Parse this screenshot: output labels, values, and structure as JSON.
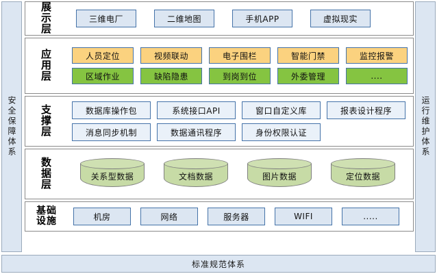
{
  "side_bands": {
    "left": {
      "label": "安全保障体系",
      "color": "#dce6f2"
    },
    "right": {
      "label": "运行维护体系",
      "color": "#dce6f2"
    }
  },
  "bottom_band": {
    "label": "标准规范体系",
    "color": "#dce6f2"
  },
  "colors": {
    "blue_fill": "#dce6f2",
    "blue_border": "#4472a8",
    "amber_fill": "#fbd27f",
    "green_fill": "#85c441",
    "pale_fill": "#eaf1f9",
    "cylinder_fill": "#c7dba6",
    "panel_border": "#8a8a8a"
  },
  "layers": [
    {
      "id": "presentation",
      "label": "展示层",
      "label_chars": [
        "展",
        "示",
        "层"
      ],
      "rows": [
        {
          "style": "blue",
          "items": [
            "三维电厂",
            "二维地图",
            "手机APP",
            "虚拟现实"
          ]
        }
      ]
    },
    {
      "id": "application",
      "label": "应用层",
      "label_chars": [
        "应",
        "用",
        "层"
      ],
      "rows": [
        {
          "style": "amber",
          "items": [
            "人员定位",
            "视频联动",
            "电子围栏",
            "智能门禁",
            "监控报警"
          ]
        },
        {
          "style": "green",
          "items": [
            "区域作业",
            "缺陷隐患",
            "到岗到位",
            "外委管理",
            "...."
          ]
        }
      ]
    },
    {
      "id": "support",
      "label": "支撑层",
      "label_chars": [
        "支",
        "撑",
        "层"
      ],
      "rows": [
        {
          "style": "pale",
          "items": [
            "数据库操作包",
            "系统接口API",
            "窗口自定义库",
            "报表设计程序"
          ]
        },
        {
          "style": "pale",
          "items": [
            "消息同步机制",
            "数据通讯程序",
            "身份权限认证"
          ]
        }
      ]
    },
    {
      "id": "data",
      "label": "数据层",
      "label_chars": [
        "数",
        "据",
        "层"
      ],
      "rows": [
        {
          "style": "cylinder",
          "items": [
            "关系型数据",
            "文档数据",
            "图片数据",
            "定位数据"
          ]
        }
      ]
    },
    {
      "id": "infrastructure",
      "label": "基础设施",
      "label_chars": [
        "基础",
        "设施"
      ],
      "rows": [
        {
          "style": "blue",
          "items": [
            "机房",
            "网络",
            "服务器",
            "WIFI",
            "....."
          ]
        }
      ]
    }
  ]
}
